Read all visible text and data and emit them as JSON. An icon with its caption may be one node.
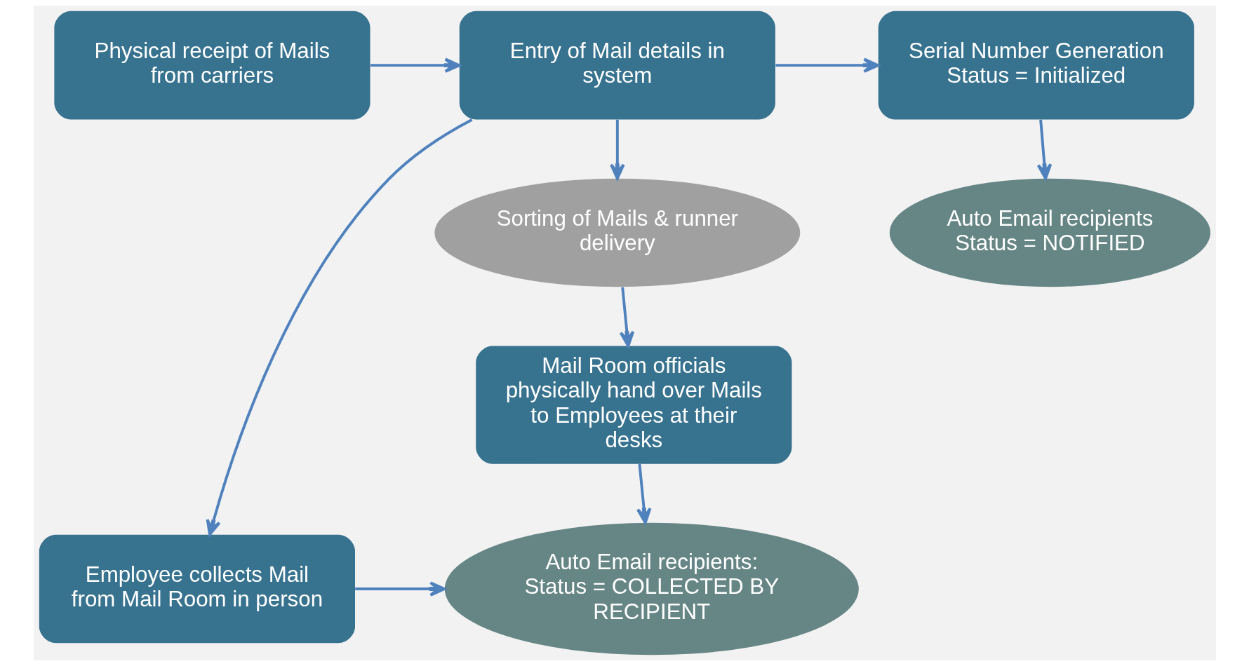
{
  "diagram": {
    "nodes": [
      {
        "text": [
          "Physical receipt of Mails from carriers"
        ]
      },
      {
        "text": [
          "Entry of Mail details in system"
        ]
      },
      {
        "text": [
          "Serial Number Generation",
          "Status = Initialized"
        ]
      },
      {
        "text": [
          "Sorting of Mails & runner delivery"
        ]
      },
      {
        "text": [
          "Auto Email recipients",
          "Status = NOTIFIED"
        ]
      },
      {
        "text": [
          "Mail Room officials physically hand over Mails to Employees at their desks"
        ]
      },
      {
        "text": [
          "Employee collects Mail from Mail Room in person"
        ]
      },
      {
        "text": [
          "Auto Email recipients:",
          "Status = COLLECTED BY RECIPIENT"
        ]
      }
    ],
    "edges": [
      {
        "from": 0,
        "to": 1,
        "arrow": "to"
      },
      {
        "from": 1,
        "to": 2,
        "arrow": "to"
      },
      {
        "from": 1,
        "to": 3,
        "arrow": "to"
      },
      {
        "from": 1,
        "to": 6,
        "arrow": "to"
      },
      {
        "from": 2,
        "to": 4,
        "arrow": "to"
      },
      {
        "from": 3,
        "to": 5,
        "arrow": "to"
      },
      {
        "from": 5,
        "to": 7,
        "arrow": "to"
      },
      {
        "from": 6,
        "to": 7,
        "arrow": "to"
      }
    ]
  }
}
